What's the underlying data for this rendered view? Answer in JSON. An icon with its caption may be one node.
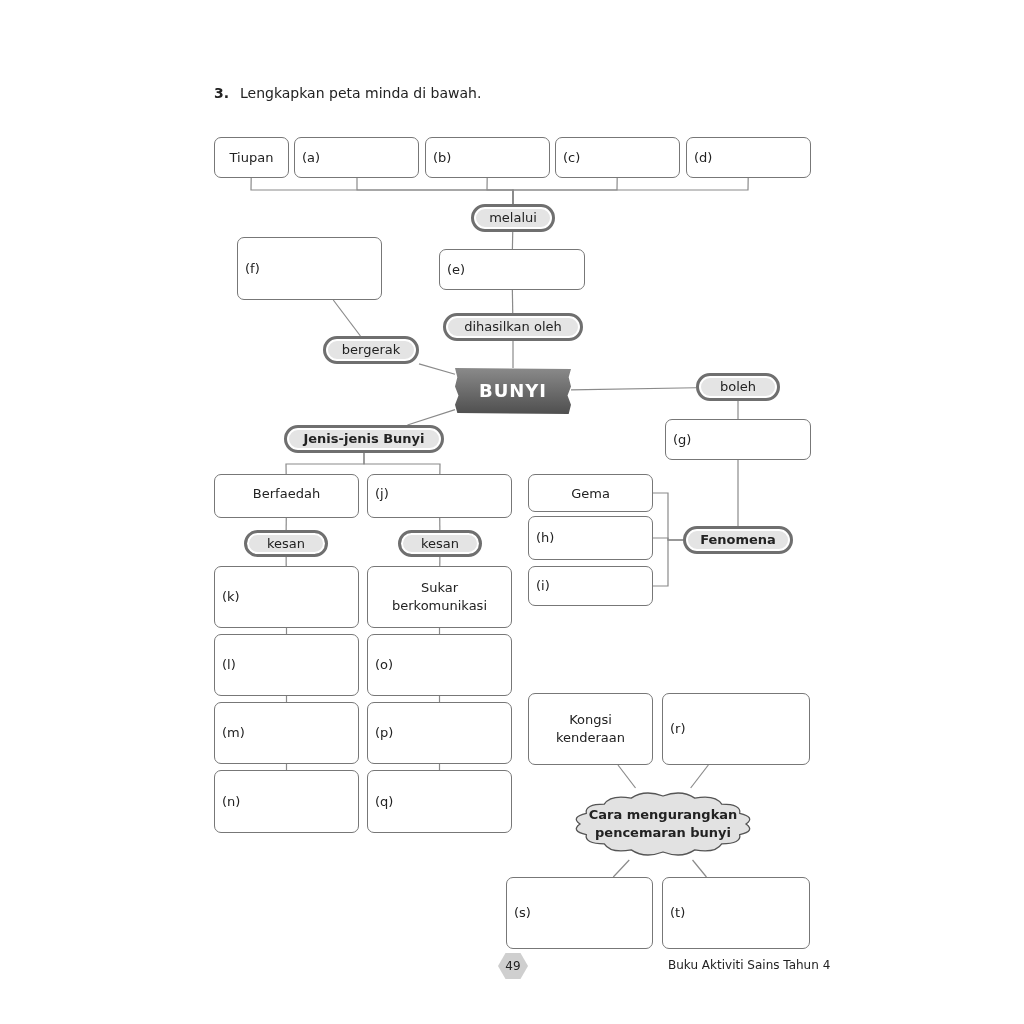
{
  "diagram": {
    "title": "Lengkapkan peta minda di bawah.",
    "nodes": [
      {
        "text": [
          "Tiupan"
        ]
      },
      {
        "text": [
          "(a)"
        ]
      },
      {
        "text": [
          "(b)"
        ]
      },
      {
        "text": [
          "(c)"
        ]
      },
      {
        "text": [
          "(d)"
        ]
      },
      {
        "text": [
          "melalui"
        ]
      },
      {
        "text": [
          "(e)"
        ]
      },
      {
        "text": [
          "dihasilkan oleh"
        ]
      },
      {
        "text": [
          "(f)"
        ]
      },
      {
        "text": [
          "bergerak"
        ]
      },
      {
        "text": [
          "BUNYI"
        ]
      },
      {
        "text": [
          "boleh"
        ]
      },
      {
        "text": [
          "(g)"
        ]
      },
      {
        "text": [
          "Jenis-jenis Bunyi"
        ]
      },
      {
        "text": [
          "Berfaedah"
        ]
      },
      {
        "text": [
          "(j)"
        ]
      },
      {
        "text": [
          "Gema"
        ]
      },
      {
        "text": [
          "(h)"
        ]
      },
      {
        "text": [
          "Fenomena"
        ]
      },
      {
        "text": [
          "kesan"
        ]
      },
      {
        "text": [
          "kesan"
        ]
      },
      {
        "text": [
          "(i)"
        ]
      },
      {
        "text": [
          "(k)"
        ]
      },
      {
        "text": [
          "Sukar berkomunikasi"
        ]
      },
      {
        "text": [
          "(l)"
        ]
      },
      {
        "text": [
          "(o)"
        ]
      },
      {
        "text": [
          "(m)"
        ]
      },
      {
        "text": [
          "(p)"
        ]
      },
      {
        "text": [
          "(n)"
        ]
      },
      {
        "text": [
          "(q)"
        ]
      },
      {
        "text": [
          "Kongsi kenderaan"
        ]
      },
      {
        "text": [
          "(r)"
        ]
      },
      {
        "text": [
          "Cara mengurangkan pencemaran bunyi"
        ]
      },
      {
        "text": [
          "(s)"
        ]
      },
      {
        "text": [
          "(t)"
        ]
      }
    ],
    "edges": [
      {
        "from": 0,
        "to": 5,
        "arrow": "none"
      },
      {
        "from": 1,
        "to": 5,
        "arrow": "none"
      },
      {
        "from": 2,
        "to": 5,
        "arrow": "none"
      },
      {
        "from": 3,
        "to": 5,
        "arrow": "none"
      },
      {
        "from": 4,
        "to": 5,
        "arrow": "none"
      },
      {
        "from": 5,
        "to": 6,
        "arrow": "none"
      },
      {
        "from": 6,
        "to": 7,
        "arrow": "none"
      },
      {
        "from": 7,
        "to": 10,
        "arrow": "none"
      },
      {
        "from": 8,
        "to": 9,
        "arrow": "none"
      },
      {
        "from": 9,
        "to": 10,
        "arrow": "none"
      },
      {
        "from": 10,
        "to": 11,
        "arrow": "none"
      },
      {
        "from": 11,
        "to": 12,
        "arrow": "none"
      },
      {
        "from": 12,
        "to": 18,
        "arrow": "none"
      },
      {
        "from": 18,
        "to": 16,
        "arrow": "none"
      },
      {
        "from": 18,
        "to": 17,
        "arrow": "none"
      },
      {
        "from": 18,
        "to": 21,
        "arrow": "none"
      },
      {
        "from": 10,
        "to": 13,
        "arrow": "none"
      },
      {
        "from": 13,
        "to": 14,
        "arrow": "none"
      },
      {
        "from": 13,
        "to": 15,
        "arrow": "none"
      },
      {
        "from": 14,
        "to": 19,
        "arrow": "none"
      },
      {
        "from": 15,
        "to": 20,
        "arrow": "none"
      },
      {
        "from": 19,
        "to": 22,
        "arrow": "none"
      },
      {
        "from": 22,
        "to": 24,
        "arrow": "none"
      },
      {
        "from": 24,
        "to": 26,
        "arrow": "none"
      },
      {
        "from": 26,
        "to": 28,
        "arrow": "none"
      },
      {
        "from": 20,
        "to": 23,
        "arrow": "none"
      },
      {
        "from": 23,
        "to": 25,
        "arrow": "none"
      },
      {
        "from": 25,
        "to": 27,
        "arrow": "none"
      },
      {
        "from": 27,
        "to": 29,
        "arrow": "none"
      },
      {
        "from": 30,
        "to": 32,
        "arrow": "none"
      },
      {
        "from": 31,
        "to": 32,
        "arrow": "none"
      },
      {
        "from": 32,
        "to": 33,
        "arrow": "none"
      },
      {
        "from": 32,
        "to": 34,
        "arrow": "none"
      }
    ],
    "labels": [
      "3.",
      "49",
      "Buku Aktiviti Sains Tahun 4"
    ]
  }
}
